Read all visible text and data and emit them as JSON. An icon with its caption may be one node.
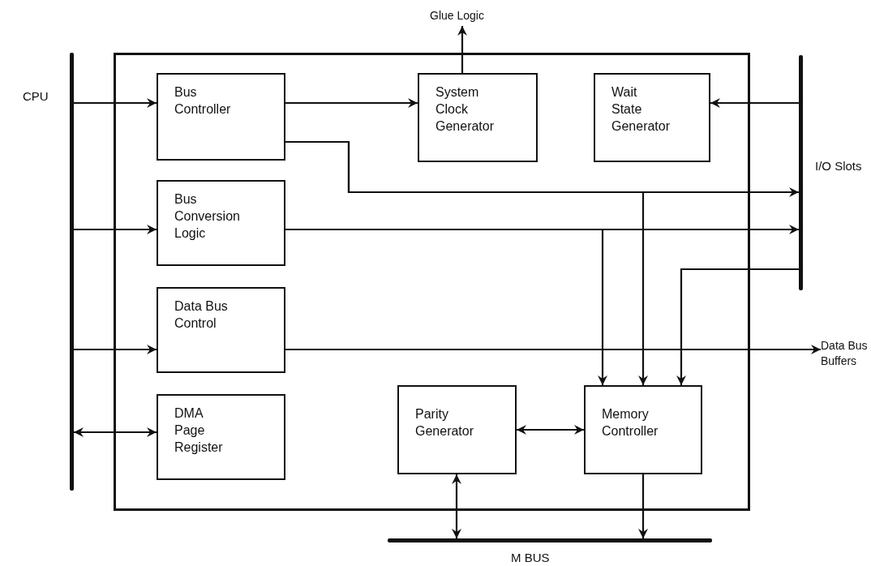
{
  "diagram": {
    "nodes": [
      {
        "text": [],
        "shape": "box"
      },
      {
        "text": [],
        "shape": "bar",
        "beside": [
          "CPU"
        ]
      },
      {
        "text": [
          "Bus Controller"
        ],
        "in": 0
      },
      {
        "text": [
          "Bus Conversion Logic"
        ],
        "in": 0
      },
      {
        "text": [
          "Data Bus Control"
        ],
        "in": 0
      },
      {
        "text": [
          "DMA Page Register"
        ],
        "in": 0
      },
      {
        "text": [
          "System Clock Generator"
        ],
        "in": 0
      },
      {
        "text": [
          "Wait State Generator"
        ],
        "in": 0
      },
      {
        "text": [
          "Parity Generator"
        ],
        "in": 0
      },
      {
        "text": [
          "Memory Controller"
        ],
        "in": 0
      },
      {
        "text": [
          "Glue Logic"
        ]
      },
      {
        "text": [],
        "shape": "bar",
        "beside": [
          "I/O Slots"
        ]
      },
      {
        "text": [
          "Data Bus Buffers"
        ]
      },
      {
        "text": [],
        "shape": "bar",
        "beside": [
          "M BUS"
        ]
      }
    ],
    "edges": [
      {
        "from": 1,
        "to": 2,
        "arrow": "to"
      },
      {
        "from": 1,
        "to": 3,
        "arrow": "to"
      },
      {
        "from": 1,
        "to": 4,
        "arrow": "to"
      },
      {
        "from": 1,
        "to": 5,
        "arrow": "both"
      },
      {
        "from": 2,
        "to": 6,
        "arrow": "to"
      },
      {
        "from": 6,
        "to": 10,
        "arrow": "to"
      },
      {
        "from": 11,
        "to": 7,
        "arrow": "to"
      },
      {
        "from": 2,
        "to": 11,
        "arrow": "to"
      },
      {
        "from": 2,
        "to": 9,
        "arrow": "to"
      },
      {
        "from": 3,
        "to": 11,
        "arrow": "to"
      },
      {
        "from": 3,
        "to": 9,
        "arrow": "to"
      },
      {
        "from": 4,
        "to": 12,
        "arrow": "to"
      },
      {
        "from": 11,
        "to": 9,
        "arrow": "to"
      },
      {
        "from": 8,
        "to": 9,
        "arrow": "both"
      },
      {
        "from": 8,
        "to": 13,
        "arrow": "both"
      },
      {
        "from": 9,
        "to": 13,
        "arrow": "to"
      }
    ]
  }
}
